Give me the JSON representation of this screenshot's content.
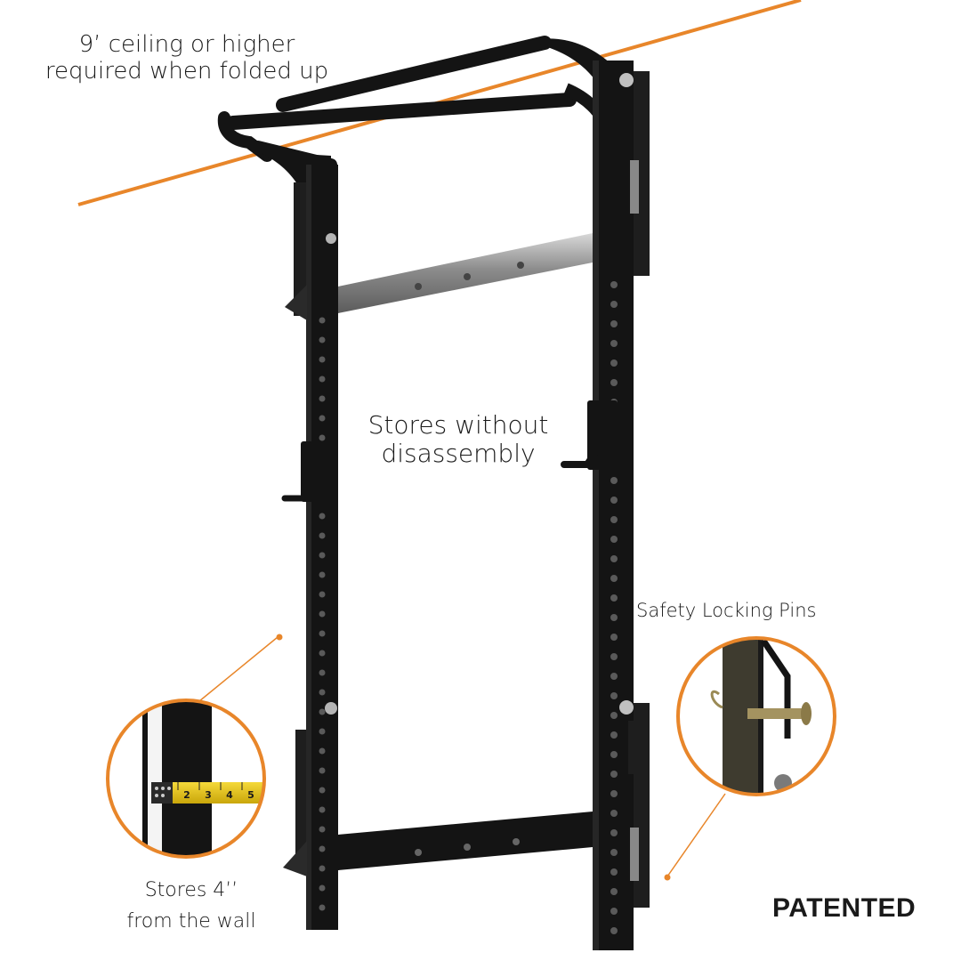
{
  "captions": {
    "ceiling_line1": "9’ ceiling or higher",
    "ceiling_line2": "required when folded up",
    "storage_line1": "Stores without",
    "storage_line2": "disassembly",
    "pins": "Safety Locking Pins",
    "wall_line1": "Stores 4’’",
    "wall_line2": "from the wall",
    "patented": "PATENTED"
  },
  "tape_ticks": [
    "2",
    "3",
    "4",
    "5"
  ],
  "colors": {
    "accent_orange": "#e8862a",
    "rack_black": "#141414",
    "steel": "#9a9a9a",
    "tape_yellow": "#e9c60b"
  }
}
